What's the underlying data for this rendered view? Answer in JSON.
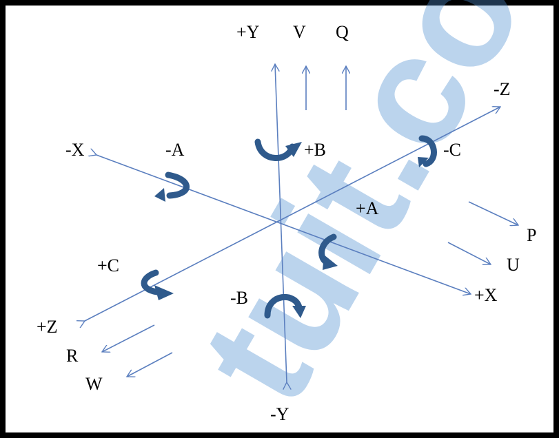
{
  "labels": {
    "plus_y": "+Y",
    "v": "V",
    "q": "Q",
    "minus_z": "-Z",
    "minus_x": "-X",
    "minus_a": "-A",
    "plus_b": "+B",
    "minus_c": "-C",
    "plus_a": "+A",
    "p": "P",
    "u": "U",
    "plus_x": "+X",
    "plus_c": "+C",
    "minus_b": "-B",
    "plus_z": "+Z",
    "r": "R",
    "w": "W",
    "minus_y": "-Y"
  },
  "watermark": "tuit.com",
  "colors": {
    "axis": "#5b7fbf",
    "rotation_arrow": "#2f5a8c",
    "text": "#000000",
    "border": "#000000",
    "watermark": "#4f8fd0"
  }
}
